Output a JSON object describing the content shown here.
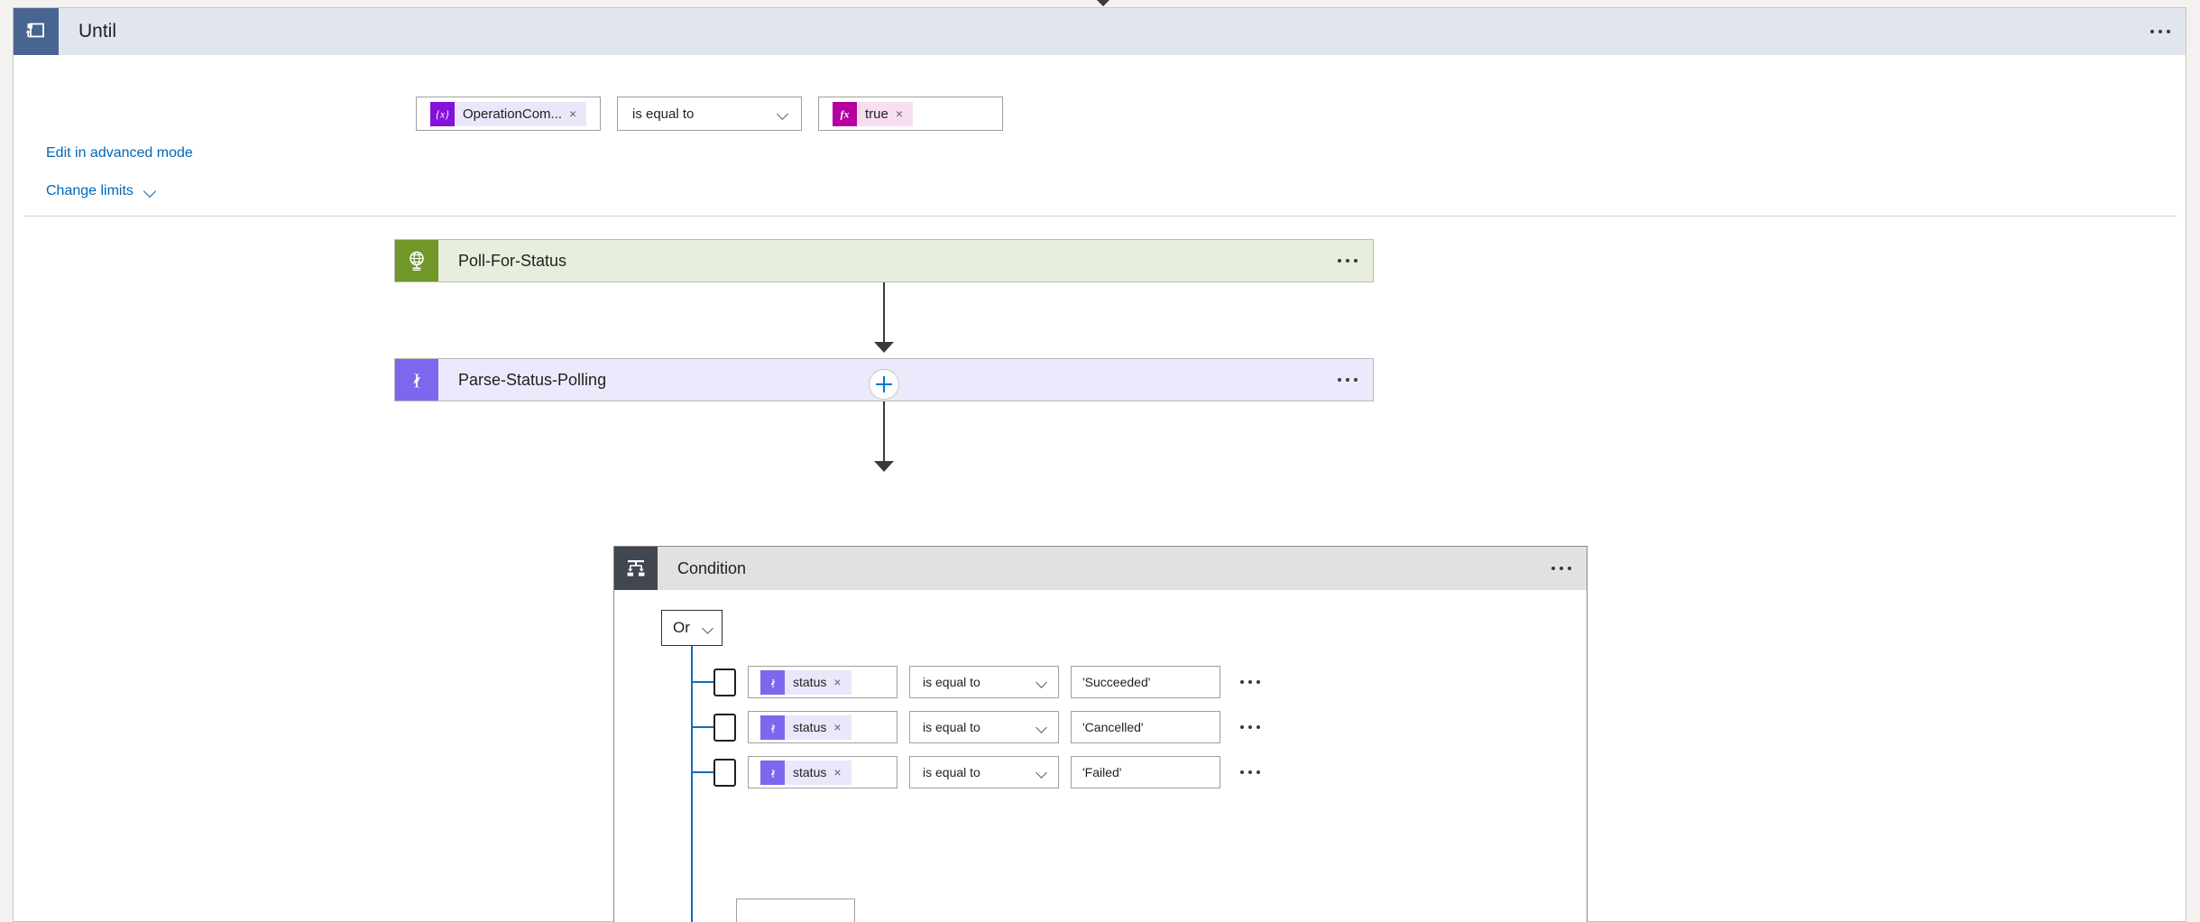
{
  "until": {
    "title": "Until",
    "icon": "until-loop-icon",
    "overflow_menu": "more-commands",
    "loop_condition": {
      "left_token": {
        "icon": "curly-x-variable-icon",
        "text": "OperationCom...",
        "remove_label": "×"
      },
      "comparison": "is equal to",
      "right_token": {
        "icon": "fx-expression-icon",
        "text": "true",
        "remove_label": "×"
      }
    },
    "advanced_link": "Edit in advanced mode",
    "change_limits_link": "Change limits"
  },
  "actions": [
    {
      "name": "Poll-For-Status",
      "icon": "http-globe-icon",
      "accent": "#709727",
      "body": "#e8eedd"
    },
    {
      "name": "Parse-Status-Polling",
      "icon": "parse-json-icon",
      "accent": "#7b68ee",
      "body": "#ece9fc"
    }
  ],
  "add_step_button": {
    "label": "+",
    "name": "insert-new-step"
  },
  "condition": {
    "title": "Condition",
    "icon": "condition-branch-icon",
    "group_operator": "Or",
    "rows": [
      {
        "token": {
          "icon": "parse-json-token-icon",
          "text": "status",
          "remove_label": "×"
        },
        "comparison": "is equal to",
        "value": "'Succeeded'"
      },
      {
        "token": {
          "icon": "parse-json-token-icon",
          "text": "status",
          "remove_label": "×"
        },
        "comparison": "is equal to",
        "value": "'Cancelled'"
      },
      {
        "token": {
          "icon": "parse-json-token-icon",
          "text": "status",
          "remove_label": "×"
        },
        "comparison": "is equal to",
        "value": "'Failed'"
      }
    ]
  },
  "colors": {
    "until_header": "#e1e5ee",
    "until_icon": "#486591",
    "link_blue": "#0067b8",
    "tree_blue": "#0f6cbd",
    "plus_blue": "#0078d4",
    "http_accent": "#709727",
    "parse_accent": "#7b68ee",
    "condition_accent": "#40474f",
    "token_violet": "#8411dc",
    "token_magenta": "#b4009e"
  }
}
